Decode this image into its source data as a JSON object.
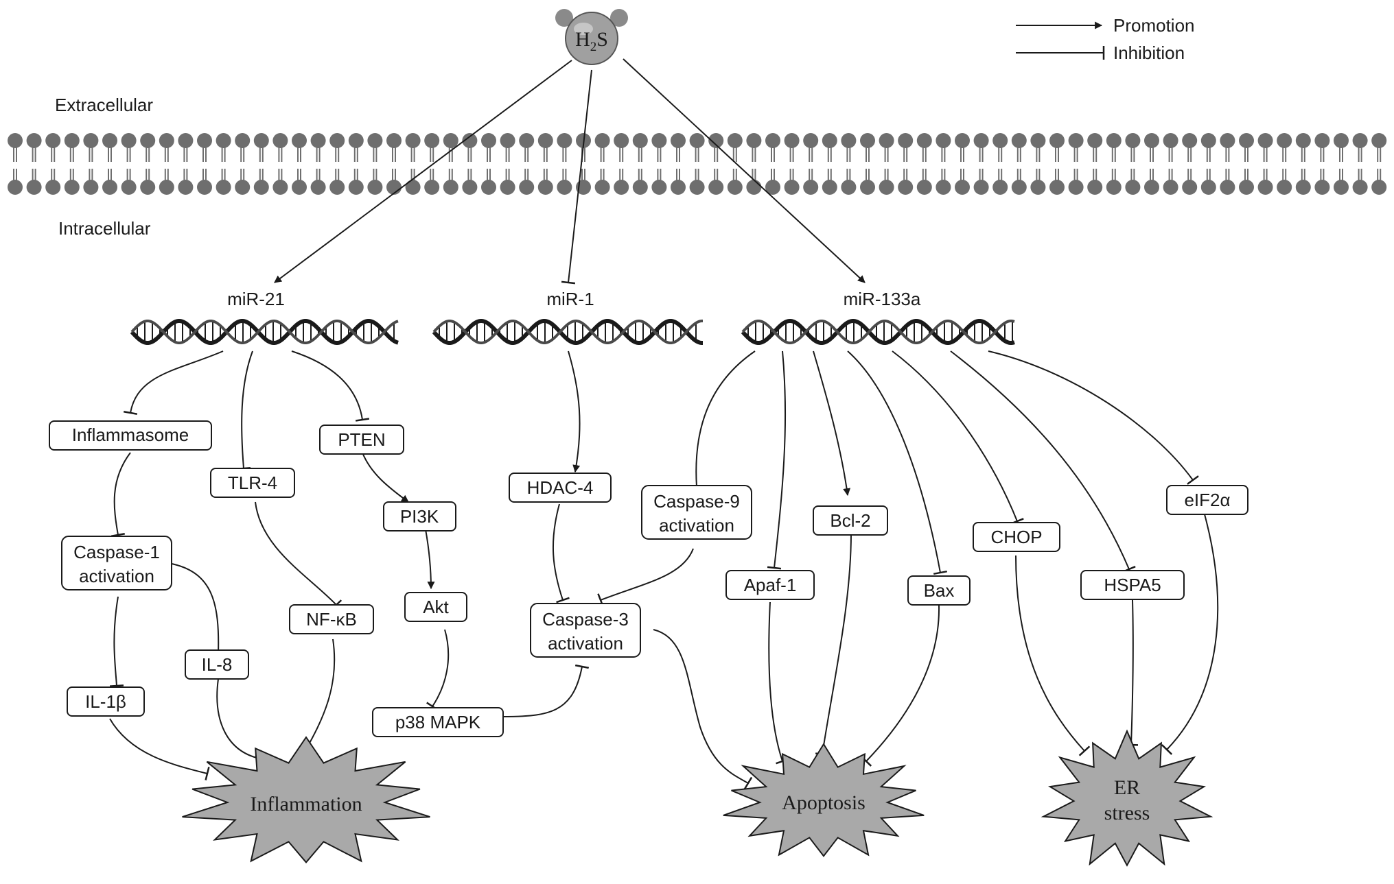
{
  "regions": {
    "extracellular": "Extracellular",
    "intracellular": "Intracellular"
  },
  "legend": {
    "promotion": "Promotion",
    "inhibition": "Inhibition"
  },
  "molecule": {
    "main": "H",
    "sub": "2",
    "tail": "S"
  },
  "mirnas": {
    "mir21": "miR-21",
    "mir1": "miR-1",
    "mir133a": "miR-133a"
  },
  "nodes": {
    "inflammasome": "Inflammasome",
    "tlr4": "TLR-4",
    "pten": "PTEN",
    "pi3k": "PI3K",
    "akt": "Akt",
    "casp1_l1": "Caspase-1",
    "casp1_l2": "activation",
    "nfkb": "NF-κB",
    "il8": "IL-8",
    "il1b": "IL-1β",
    "p38": "p38 MAPK",
    "hdac4": "HDAC-4",
    "casp9_l1": "Caspase-9",
    "casp9_l2": "activation",
    "casp3_l1": "Caspase-3",
    "casp3_l2": "activation",
    "apaf1": "Apaf-1",
    "bcl2": "Bcl-2",
    "bax": "Bax",
    "chop": "CHOP",
    "hspa5": "HSPA5",
    "eif2a": "eIF2α"
  },
  "outcomes": {
    "inflammation": "Inflammation",
    "apoptosis": "Apoptosis",
    "er_l1": "ER",
    "er_l2": "stress"
  },
  "colors": {
    "ink": "#1a1a1a",
    "lipid": "#6e6e6e",
    "burst": "#a9a9a9",
    "molecule": "#a0a0a0"
  }
}
